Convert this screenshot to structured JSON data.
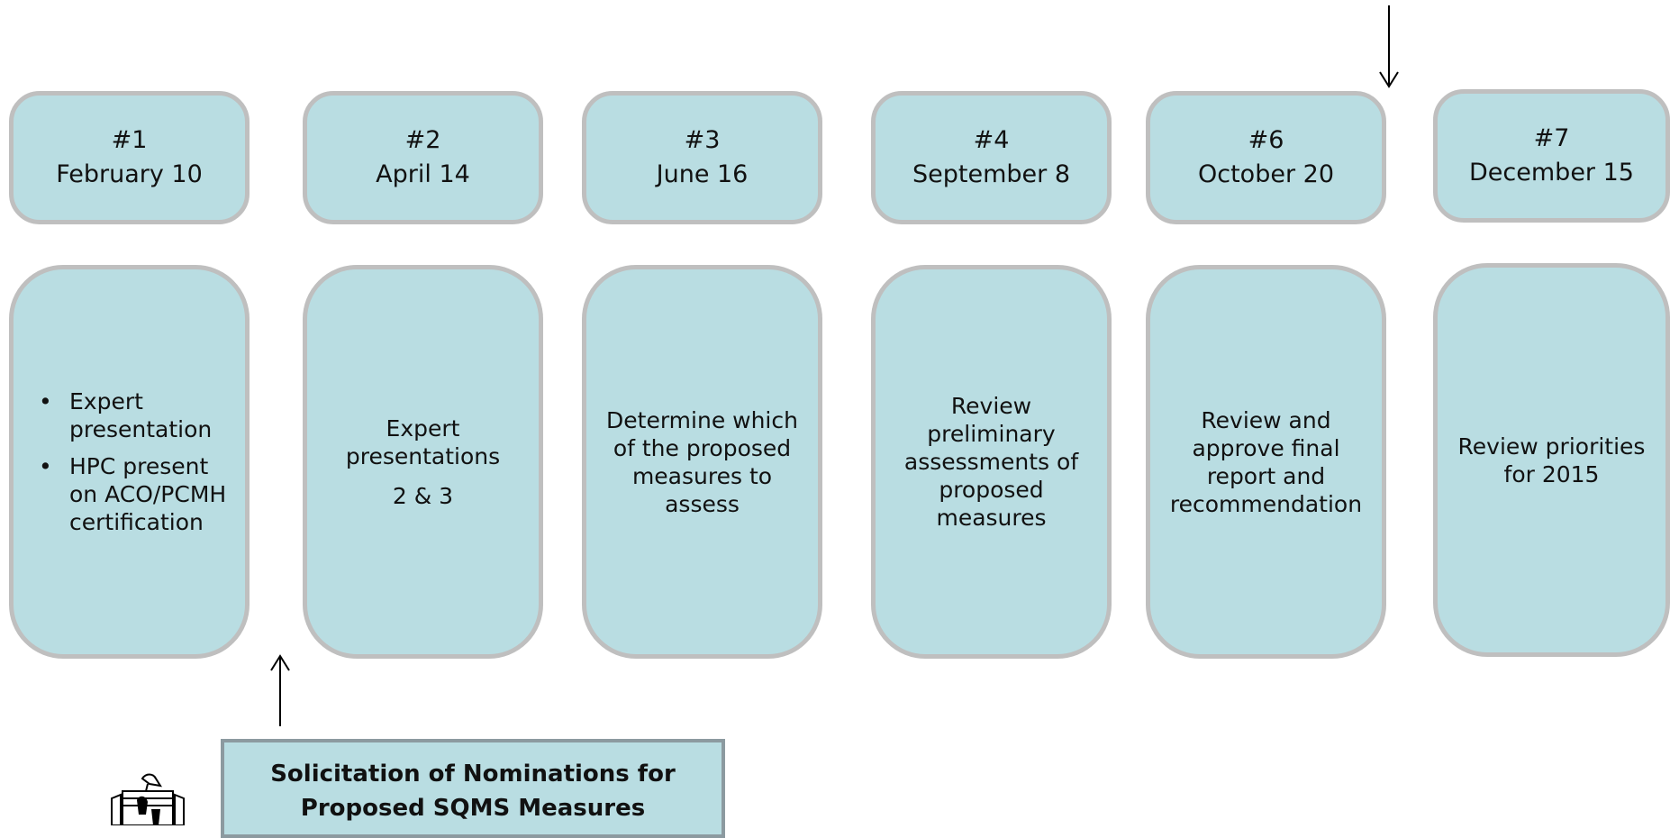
{
  "meetings": [
    {
      "number": "#1",
      "date": "February 10",
      "bullets": [
        "Expert presentation",
        "HPC present on ACO/PCMH certification"
      ]
    },
    {
      "number": "#2",
      "date": "April 14",
      "lines": [
        "Expert presentations",
        "2 & 3"
      ]
    },
    {
      "number": "#3",
      "date": "June 16",
      "lines": [
        "Determine which of the  proposed measures to assess"
      ]
    },
    {
      "number": "#4",
      "date": "September 8",
      "lines": [
        "Review preliminary assessments of proposed measures"
      ]
    },
    {
      "number": "#6",
      "date": "October 20",
      "lines": [
        "Review and approve final report and recommendation"
      ]
    },
    {
      "number": "#7",
      "date": "December 15",
      "lines": [
        "Review priorities for 2015"
      ]
    }
  ],
  "solicitation": {
    "line1": "Solicitation of Nominations for",
    "line2": "Proposed SQMS Measures"
  },
  "colors": {
    "box_fill": "#b9dde2",
    "box_border": "#bfbfbf",
    "solicit_border": "#8c9aa0"
  },
  "icons": {
    "bullet": "•",
    "seal": "state-seal-icon",
    "arrow_down": "arrow-down-icon",
    "arrow_up": "arrow-up-icon"
  }
}
